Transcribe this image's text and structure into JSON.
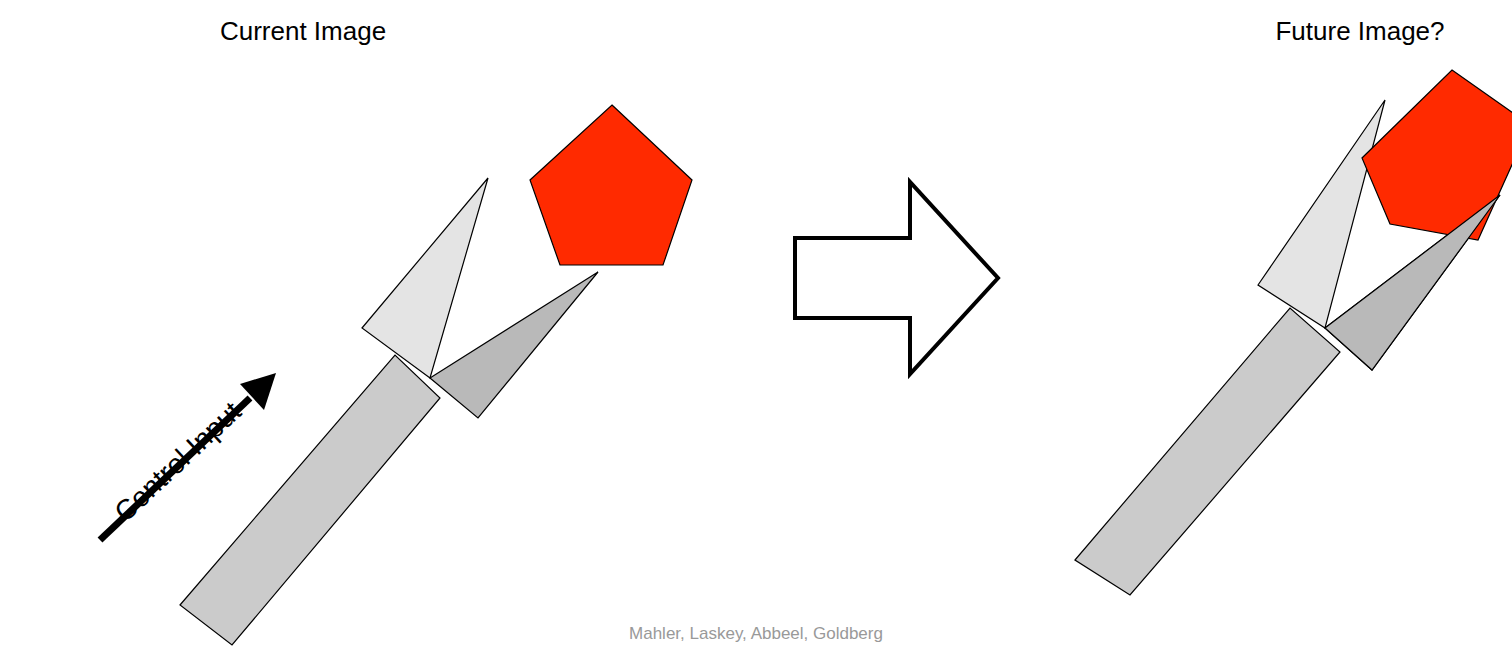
{
  "diagram": {
    "labels": [
      "Current Image",
      "Future Image?",
      "Control Input",
      "Mahler, Laskey, Abbeel, Goldberg"
    ]
  }
}
